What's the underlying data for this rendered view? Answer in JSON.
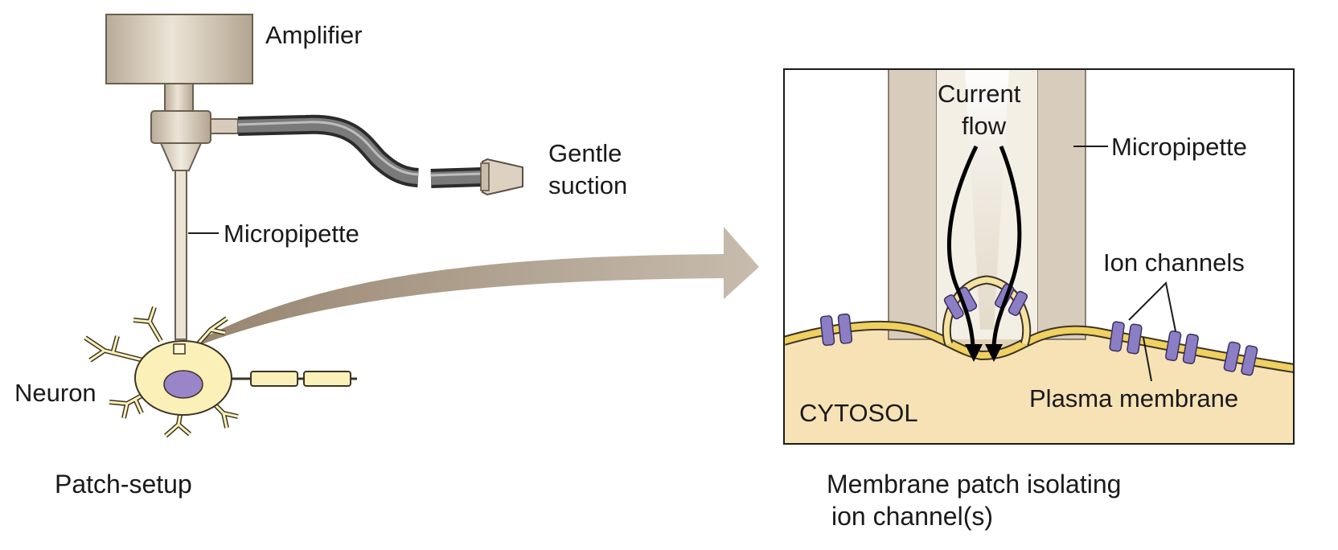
{
  "left_panel": {
    "amplifier_label": "Amplifier",
    "suction_label_line1": "Gentle",
    "suction_label_line2": "suction",
    "micropipette_label": "Micropipette",
    "neuron_label": "Neuron",
    "caption": "Patch-setup"
  },
  "right_panel": {
    "current_label_line1": "Current",
    "current_label_line2": "flow",
    "micropipette_label": "Micropipette",
    "ion_channels_label": "Ion channels",
    "cytosol_label": "CYTOSOL",
    "plasma_membrane_label": "Plasma membrane",
    "caption_line1": "Membrane patch isolating",
    "caption_line2": "ion channel(s)"
  },
  "colors": {
    "cytosol": "#f7e2b6",
    "membrane": "#f0d060",
    "neuron_body": "#fbf1b8",
    "nucleus": "#9a85c8",
    "ion_channel": "#8c7ec4",
    "pipette_wall": "#d8cdbd",
    "transfer_arrow": "#a08f7c",
    "tubing": "#4a4a4a"
  }
}
